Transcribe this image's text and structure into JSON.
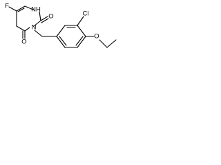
{
  "molecule": {
    "atoms": {
      "F": "F",
      "NH": "NH",
      "N": "N",
      "O_top": "O",
      "O_bottom": "O",
      "Cl": "Cl",
      "O_ether": "O"
    }
  }
}
